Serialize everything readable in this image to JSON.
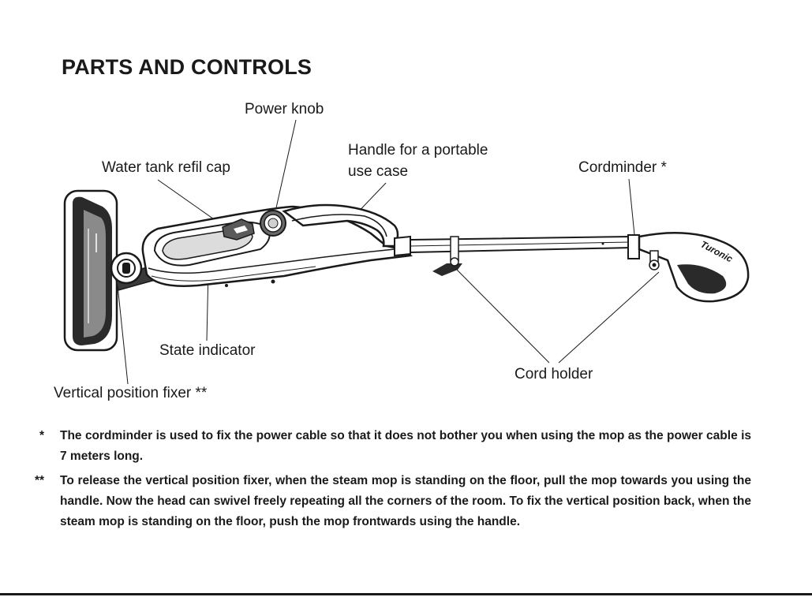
{
  "title": "PARTS AND CONTROLS",
  "labels": {
    "power_knob": "Power knob",
    "water_tank_cap": "Water tank refil cap",
    "handle_line1": "Handle for a portable",
    "handle_line2": "use case",
    "cordminder": "Cordminder *",
    "state_indicator": "State indicator",
    "cord_holder": "Cord holder",
    "vertical_fixer": "Vertical position fixer **"
  },
  "brand": "Turonic",
  "notes": [
    {
      "marker": "*",
      "text": "The cordminder is used to fix the power cable so that it does not bother you when using the mop as the power cable is 7 meters long."
    },
    {
      "marker": "**",
      "text": "To release the vertical position fixer, when the steam mop is standing on the floor, pull the mop towards you using the handle. Now the head can swivel freely repeating all the corners of the room. To fix the vertical position back, when the steam mop is standing on the floor, push the mop frontwards using the handle."
    }
  ]
}
